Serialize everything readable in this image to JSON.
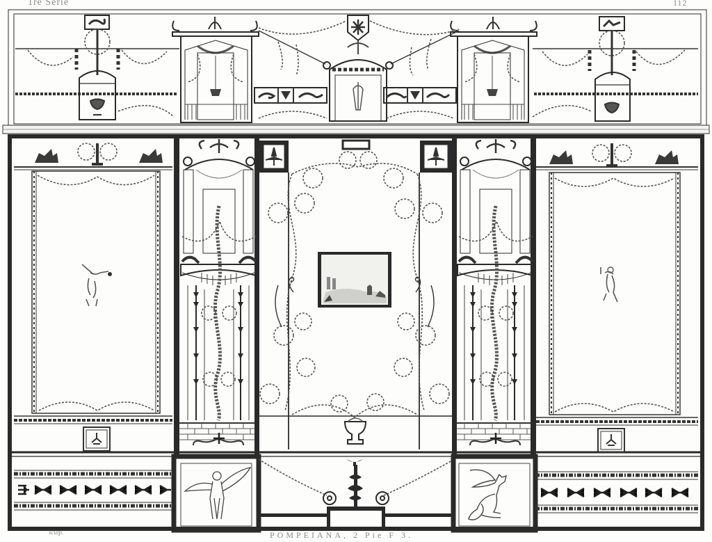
{
  "plate": {
    "series_label": "1re Série",
    "plate_number": "112",
    "title_caption": "POMPEIANA, 2 Pie F 3.",
    "engraver_signature": "sculp.",
    "subject": "Pompeian fresco wall decoration, third style (engraving)"
  },
  "frieze": {
    "label": "upper frieze",
    "left_panel_motif": "sea-horse tablet above candelabrum with garlands and vase pedestal",
    "left_aedicula_motif": "aedicula with hanging lamp and curtain",
    "center_motif": "star medallion above domed pedestal with standing figure",
    "dolphin_panels": [
      "dolphins",
      "shield",
      "dolphins"
    ],
    "right_aedicula_motif": "aedicula with hanging lamp and curtain",
    "right_panel_motif": "griffin tablet above candelabrum with garlands and vase pedestal"
  },
  "main_zone": {
    "left_panel": {
      "top_band": "griffins flanking candelabrum with wreaths",
      "figure": "flying cupid",
      "bottom_tablet": "palmette"
    },
    "left_pier": {
      "motif": "architectural aedicula with dolphins, candelabra and vine column",
      "base": "brick plinth with scroll ornament"
    },
    "center_panel": {
      "corner_tiles": [
        "palmette tile",
        "palmette tile"
      ],
      "vignette": "landscape with ruins and figures",
      "garland": "looping leafy garlands",
      "base_ornament": "urn / crater"
    },
    "right_pier": {
      "motif": "architectural aedicula with dolphins, candelabra and vine column",
      "base": "brick plinth with scroll ornament"
    },
    "right_panel": {
      "top_band": "griffins flanking candelabrum with wreaths",
      "figure": "cupid with torch",
      "bottom_tablet": "palmette"
    }
  },
  "dado": {
    "left_band": "palmette frieze with stylized lotus row",
    "left_tablet": "winged genius",
    "center": "candelabrum with spiral scrolls and swags",
    "right_tablet": "seated griffin",
    "right_band": "palmette frieze with stylized lotus row"
  },
  "colors": {
    "paper": "#fdfdfb",
    "ink": "#2a2a2a",
    "garland": "#555555",
    "caption": "#8a8a8a"
  }
}
